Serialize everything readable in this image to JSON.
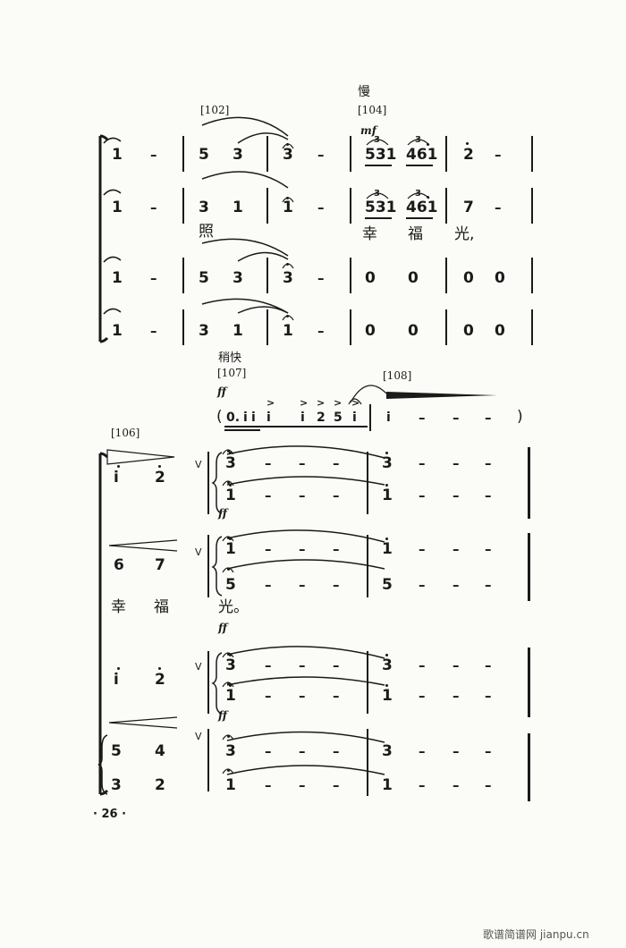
{
  "tempo": {
    "slow": "慢",
    "faster": "稍快"
  },
  "rehearsal": {
    "m102": "[102]",
    "m104": "[104]",
    "m106": "[106]",
    "m107": "[107]",
    "m108": "[108]"
  },
  "dynamics": {
    "mf": "mf",
    "ff": "ff"
  },
  "triplet": "3",
  "system1": {
    "row1": [
      "1",
      "–",
      "5",
      "3",
      "3",
      "–",
      "531",
      "461",
      "2",
      "–"
    ],
    "row2": [
      "1",
      "–",
      "3",
      "1",
      "1",
      "–",
      "531",
      "461",
      "7",
      "–"
    ],
    "lyrics": [
      "照",
      "幸",
      "福",
      "光,"
    ],
    "row3": [
      "1",
      "–",
      "5",
      "3",
      "3",
      "–",
      "0",
      "0",
      "0",
      "0"
    ],
    "row4": [
      "1",
      "–",
      "3",
      "1",
      "1",
      "–",
      "0",
      "0",
      "0",
      "0"
    ]
  },
  "system2": {
    "intro_open": "(",
    "intro": [
      "0.",
      "i",
      "i",
      "i",
      "i",
      "2",
      "5",
      "i"
    ],
    "intro_tail": [
      "i",
      "–",
      "–",
      "–",
      ")"
    ],
    "accent": ">",
    "row1": [
      "i",
      "2"
    ],
    "row2": [
      "6",
      "7"
    ],
    "lyrics": [
      "幸",
      "福",
      "光。"
    ],
    "row3": [
      "i",
      "2"
    ],
    "row4a": [
      "5",
      "4"
    ],
    "row4b": [
      "3",
      "2"
    ],
    "chords": {
      "c1_top": [
        "3",
        "–",
        "–",
        "–",
        "3",
        "–",
        "–",
        "–"
      ],
      "c1_bot": [
        "1",
        "–",
        "–",
        "–",
        "1",
        "–",
        "–",
        "–"
      ],
      "c2_top": [
        "1",
        "–",
        "–",
        "–",
        "1",
        "–",
        "–",
        "–"
      ],
      "c2_bot": [
        "5",
        "–",
        "–",
        "–",
        "5",
        "–",
        "–",
        "–"
      ],
      "c3_top": [
        "3",
        "–",
        "–",
        "–",
        "3",
        "–",
        "–",
        "–"
      ],
      "c3_bot": [
        "1",
        "–",
        "–",
        "–",
        "1",
        "–",
        "–",
        "–"
      ],
      "c4_top": [
        "3",
        "–",
        "–",
        "–",
        "3",
        "–",
        "–",
        "–"
      ],
      "c4_bot": [
        "1",
        "–",
        "–",
        "–",
        "1",
        "–",
        "–",
        "–"
      ]
    },
    "breath_mark": "V"
  },
  "page_number": "· 26 ·",
  "watermark": "歌谱简谱网 jianpu.cn"
}
